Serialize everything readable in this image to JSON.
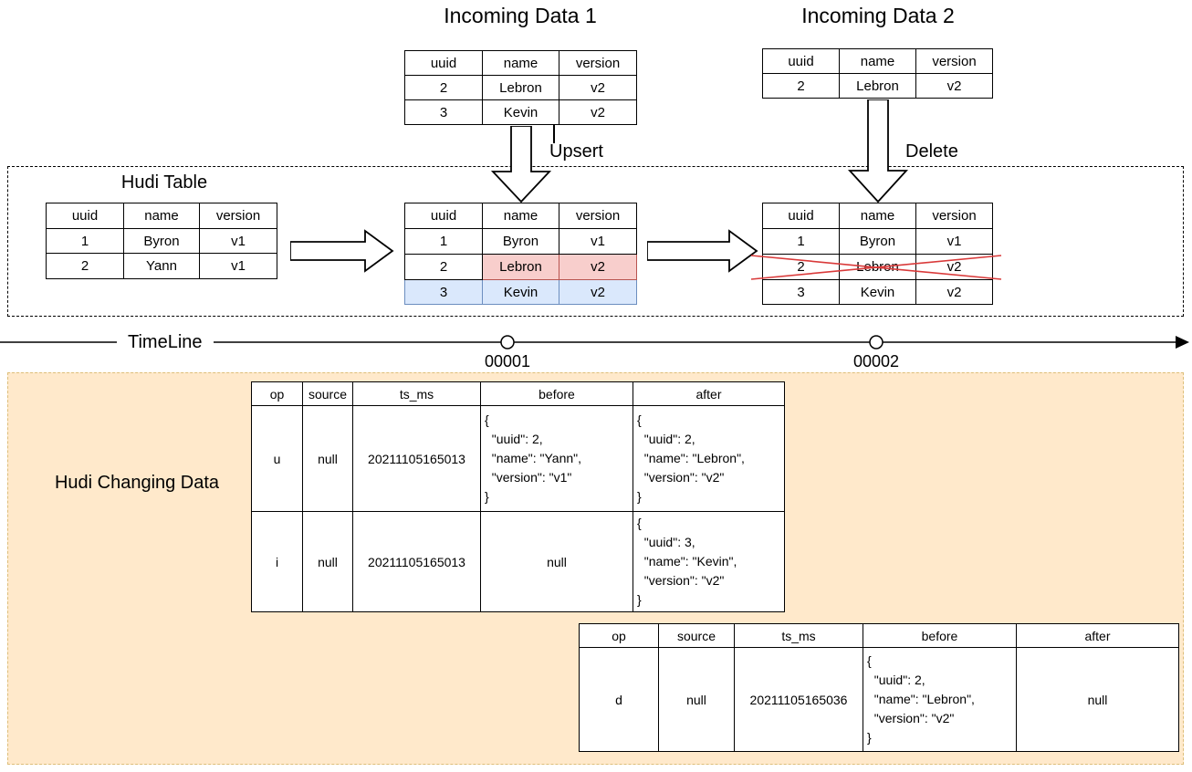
{
  "titles": {
    "incoming1": "Incoming Data 1",
    "incoming2": "Incoming Data 2",
    "hudi_table_box": "Hudi Table",
    "changing_box": "Hudi Changing Data"
  },
  "operations": {
    "upsert": "Upsert",
    "delete": "Delete"
  },
  "timeline": {
    "label": "TimeLine",
    "commits": [
      {
        "label": "00001"
      },
      {
        "label": "00002"
      }
    ]
  },
  "tables": {
    "incoming1": {
      "columns": [
        "uuid",
        "name",
        "version"
      ],
      "rows": [
        [
          "2",
          "Lebron",
          "v2"
        ],
        [
          "3",
          "Kevin",
          "v2"
        ]
      ]
    },
    "incoming2": {
      "columns": [
        "uuid",
        "name",
        "version"
      ],
      "rows": [
        [
          "2",
          "Lebron",
          "v2"
        ]
      ]
    },
    "hudi_before": {
      "columns": [
        "uuid",
        "name",
        "version"
      ],
      "rows": [
        [
          "1",
          "Byron",
          "v1"
        ],
        [
          "2",
          "Yann",
          "v1"
        ]
      ]
    },
    "hudi_after_upsert": {
      "columns": [
        "uuid",
        "name",
        "version"
      ],
      "rows": [
        [
          "1",
          "Byron",
          "v1"
        ],
        [
          "2",
          "Lebron",
          "v2"
        ],
        [
          "3",
          "Kevin",
          "v2"
        ]
      ],
      "cell_classes": [
        [
          "",
          "",
          ""
        ],
        [
          "",
          "hl-red",
          "hl-red"
        ],
        [
          "hl-blue",
          "hl-blue",
          "hl-blue"
        ]
      ]
    },
    "hudi_after_delete": {
      "columns": [
        "uuid",
        "name",
        "version"
      ],
      "rows": [
        [
          "1",
          "Byron",
          "v1"
        ],
        [
          "2",
          "Lebron",
          "v2"
        ],
        [
          "3",
          "Kevin",
          "v2"
        ]
      ],
      "crossed_out_row": 1
    },
    "changing1": {
      "columns": [
        "op",
        "source",
        "ts_ms",
        "before",
        "after"
      ],
      "rows": [
        [
          "u",
          "null",
          "20211105165013",
          "{\n  \"uuid\": 2,\n  \"name\": \"Yann\",\n  \"version\": \"v1\"\n}",
          "{\n  \"uuid\": 2,\n  \"name\": \"Lebron\",\n  \"version\": \"v2\"\n}"
        ],
        [
          "i",
          "null",
          "20211105165013",
          "null",
          "{\n  \"uuid\": 3,\n  \"name\": \"Kevin\",\n  \"version\": \"v2\"\n}"
        ]
      ],
      "cell_classes": [
        [
          "",
          "",
          "",
          "json",
          "json"
        ],
        [
          "",
          "",
          "",
          "",
          "json"
        ]
      ]
    },
    "changing2": {
      "columns": [
        "op",
        "source",
        "ts_ms",
        "before",
        "after"
      ],
      "rows": [
        [
          "d",
          "null",
          "20211105165036",
          "{\n  \"uuid\": 2,\n  \"name\": \"Lebron\",\n  \"version\": \"v2\"\n}",
          "null"
        ]
      ],
      "cell_classes": [
        [
          "",
          "",
          "",
          "json",
          ""
        ]
      ]
    }
  },
  "colors": {
    "highlight_red_fill": "#f8cecc",
    "highlight_red_border": "#b85450",
    "highlight_blue_fill": "#dae8fc",
    "highlight_blue_border": "#6c8ebf",
    "changing_box_fill": "#ffe9cb",
    "changing_box_border": "#ddbe79",
    "cross_red": "#d93a3a"
  }
}
